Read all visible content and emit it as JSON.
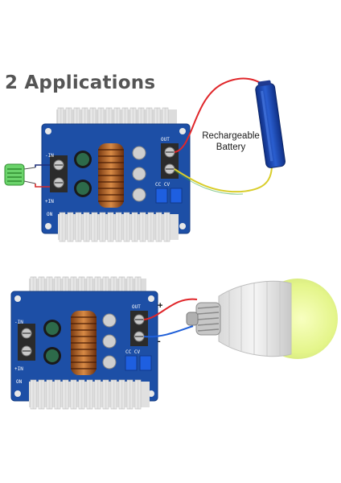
{
  "heading": "2 Applications",
  "battery_label": {
    "line1": "Rechargeable",
    "line2": "Battery"
  },
  "board_top": {
    "in_minus": "-IN",
    "in_plus": "+IN",
    "out_label": "OUT",
    "cc_cv": "CC CV",
    "on_label": "ON"
  },
  "board_bottom": {
    "in_minus": "-IN",
    "in_plus": "+IN",
    "out_label": "OUT",
    "cc_cv": "CC CV",
    "on_label": "ON"
  },
  "polarity": {
    "plus": "+",
    "minus": "-"
  },
  "colors": {
    "pcb": "#1d4fa6",
    "heatsink": "#e7e7e7",
    "wire_red": "#e0262a",
    "wire_blue": "#1f5fd8",
    "wire_yellow": "#d9cd2a",
    "battery": "#1b46b3",
    "bulb_glow": "#e9f98a"
  },
  "icons": [
    "dc-dc-converter-board",
    "heatsink",
    "inductor-coil",
    "capacitor",
    "screw-terminal",
    "rechargeable-battery",
    "green-resistor",
    "led-bulb"
  ]
}
